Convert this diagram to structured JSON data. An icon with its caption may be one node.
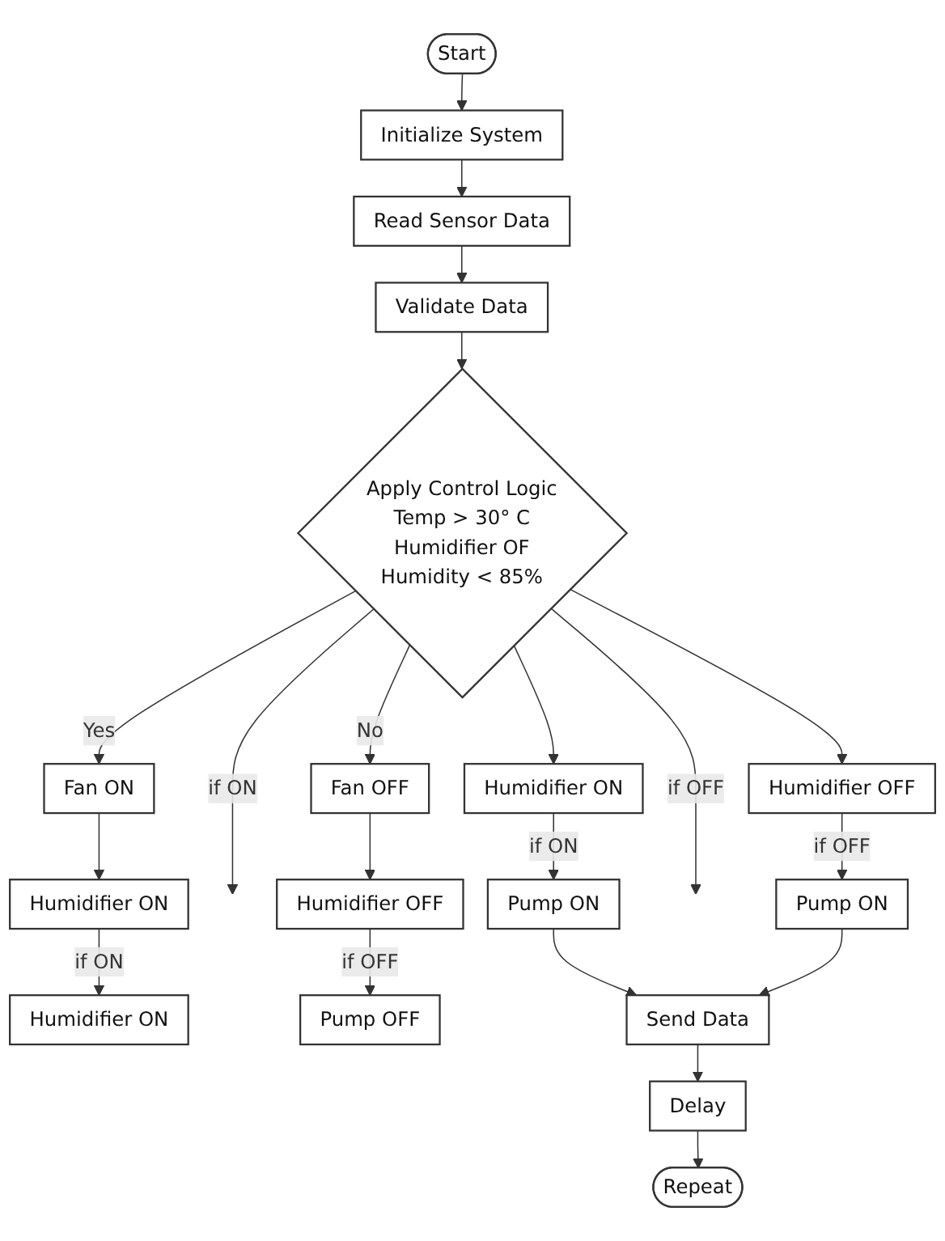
{
  "diagram": {
    "nodes": [
      {
        "text": [
          "Start"
        ]
      },
      {
        "text": [
          "Initialize System"
        ]
      },
      {
        "text": [
          "Read Sensor Data"
        ]
      },
      {
        "text": [
          "Validate Data"
        ]
      },
      {
        "text": [
          "Apply Control Logic",
          "Temp > 30° C",
          "Humidifier OF",
          "Humidity < 85%"
        ]
      },
      {
        "text": [
          "Fan ON"
        ]
      },
      {
        "text": [
          "Fan OFF"
        ]
      },
      {
        "text": [
          "Humidifier ON"
        ]
      },
      {
        "text": [
          "Humidifier ON"
        ]
      },
      {
        "text": [
          "Humidifier OFF"
        ]
      },
      {
        "text": [
          "Humidifier OFF"
        ]
      },
      {
        "text": [
          "Humidifier ON"
        ]
      },
      {
        "text": [
          "Pump ON"
        ]
      },
      {
        "text": [
          "Pump ON"
        ]
      },
      {
        "text": [
          "Pump OFF"
        ]
      },
      {
        "text": [
          "Send Data"
        ]
      },
      {
        "text": [
          "Delay"
        ]
      },
      {
        "text": [
          "Repeat"
        ]
      }
    ],
    "edges": [
      {
        "from": 0,
        "to": 1,
        "arrow": "to"
      },
      {
        "from": 1,
        "to": 2,
        "arrow": "to"
      },
      {
        "from": 2,
        "to": 3,
        "arrow": "to"
      },
      {
        "from": 3,
        "to": 4,
        "arrow": "to"
      },
      {
        "from": 4,
        "to": 5,
        "arrow": "to",
        "label": "Yes"
      },
      {
        "from": 4,
        "to": null,
        "arrow": "to",
        "label": "if ON"
      },
      {
        "from": 4,
        "to": 8,
        "arrow": "to"
      },
      {
        "from": 4,
        "to": 9,
        "arrow": "to"
      },
      {
        "from": 4,
        "to": null,
        "arrow": "to",
        "label": "if OFF"
      },
      {
        "from": 4,
        "to": 6,
        "arrow": "to",
        "label": "No"
      },
      {
        "from": 5,
        "to": 7,
        "arrow": "to"
      },
      {
        "from": 7,
        "to": 11,
        "arrow": "to",
        "label": "if ON"
      },
      {
        "from": 8,
        "to": 12,
        "arrow": "to",
        "label": "if ON"
      },
      {
        "from": 9,
        "to": 13,
        "arrow": "to",
        "label": "if OFF"
      },
      {
        "from": 6,
        "to": 10,
        "arrow": "to"
      },
      {
        "from": 10,
        "to": 14,
        "arrow": "to",
        "label": "if OFF"
      },
      {
        "from": 12,
        "to": 15,
        "arrow": "to"
      },
      {
        "from": 13,
        "to": 15,
        "arrow": "to"
      },
      {
        "from": 15,
        "to": 16,
        "arrow": "to"
      },
      {
        "from": 16,
        "to": 17,
        "arrow": "to"
      }
    ]
  }
}
